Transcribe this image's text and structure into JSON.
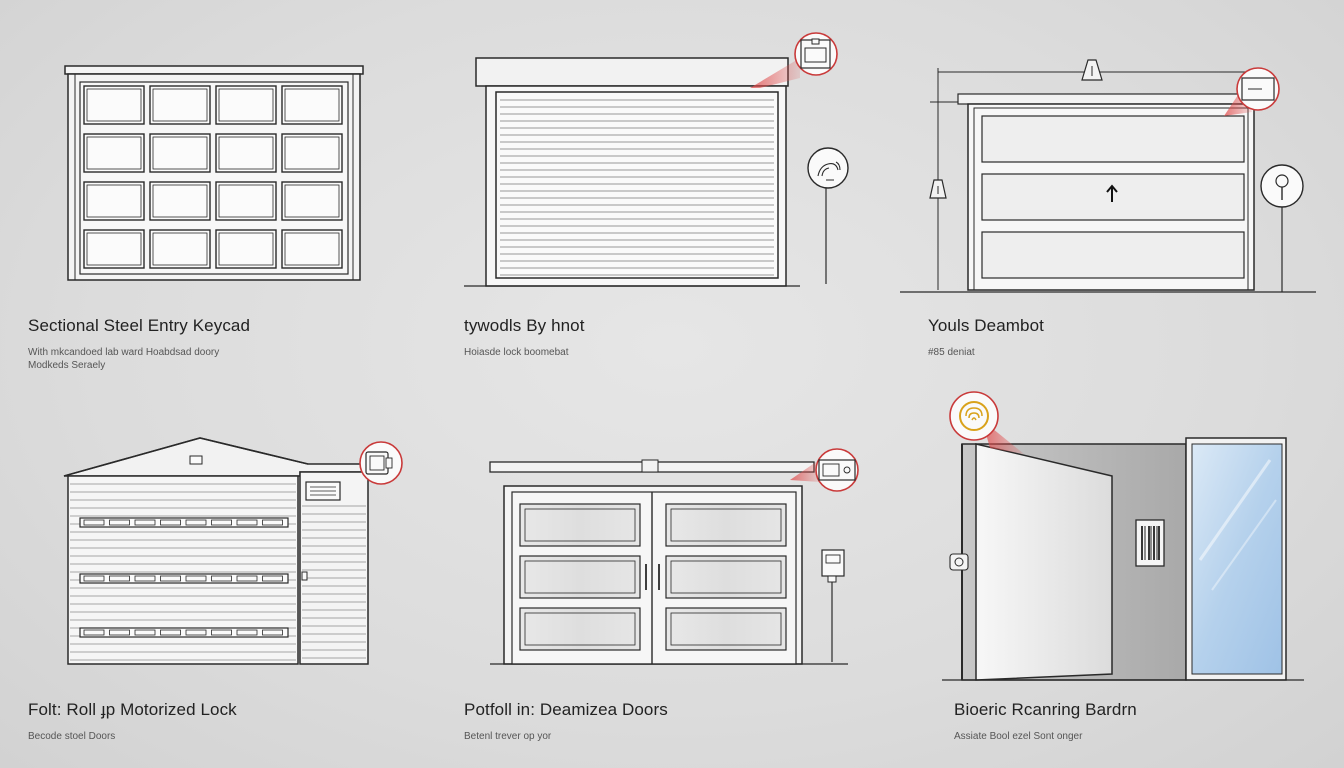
{
  "panels": [
    {
      "title": "Sectional Steel Entry Keycad",
      "subtitle": "With mkcandoed lab ward Hoabdsad doory",
      "subtitle2": "Modkeds Seraely"
    },
    {
      "title": "tywodls By hnot",
      "subtitle": "Hoiasde lock boomebat",
      "subtitle2": ""
    },
    {
      "title": "Youls Deambot",
      "subtitle": "#85 deniat",
      "subtitle2": ""
    },
    {
      "title": "Folt: Roll ɟp Motorized Lock",
      "subtitle": "Becode stoel Doors",
      "subtitle2": ""
    },
    {
      "title": "Potfoll in: Deamizea Doors",
      "subtitle": "Betenl trever op yor",
      "subtitle2": ""
    },
    {
      "title": "Bioeric Rcanring Bardrn",
      "subtitle": "Assiate Bool ezel Sont onger",
      "subtitle2": ""
    }
  ],
  "colors": {
    "line": "#2a2a2a",
    "accent": "#c93a3a",
    "accent_soft": "#e06a6a",
    "gold": "#d9a21b",
    "glass": "#b8d4ec",
    "frame_fill": "#f4f4f4"
  },
  "icons": [
    "keypad-callout-icon",
    "fingerprint-reader-icon",
    "keypad-callout-icon",
    "smart-lock-icon",
    "keypad-callout-icon",
    "biometric-scanner-icon"
  ]
}
